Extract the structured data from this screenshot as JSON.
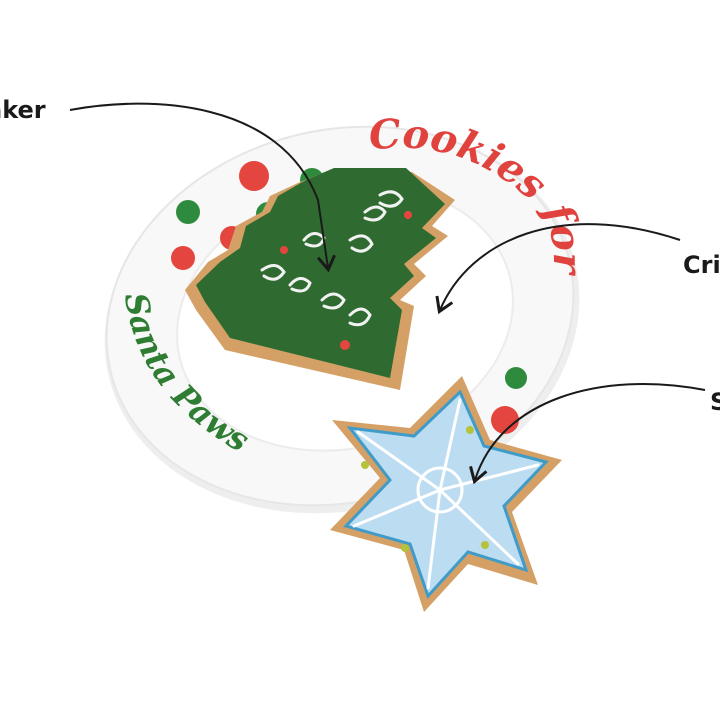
{
  "callouts": {
    "squeaker": "aker",
    "crinkle": "Cri",
    "snowflake": "S"
  },
  "plate_text": {
    "top": "Cookies for",
    "left": "Santa Paws"
  },
  "colors": {
    "plate": "#f7f7f7",
    "plate_text_red": "#e0423e",
    "plate_text_green": "#2e7d32",
    "dot_red": "#e4463f",
    "dot_green": "#2e8b3d",
    "tree_felt": "#2e6a2f",
    "cookie_base": "#d9a66a",
    "snowflake_felt": "#bcdcf2",
    "arrow": "#1a1a1a"
  }
}
